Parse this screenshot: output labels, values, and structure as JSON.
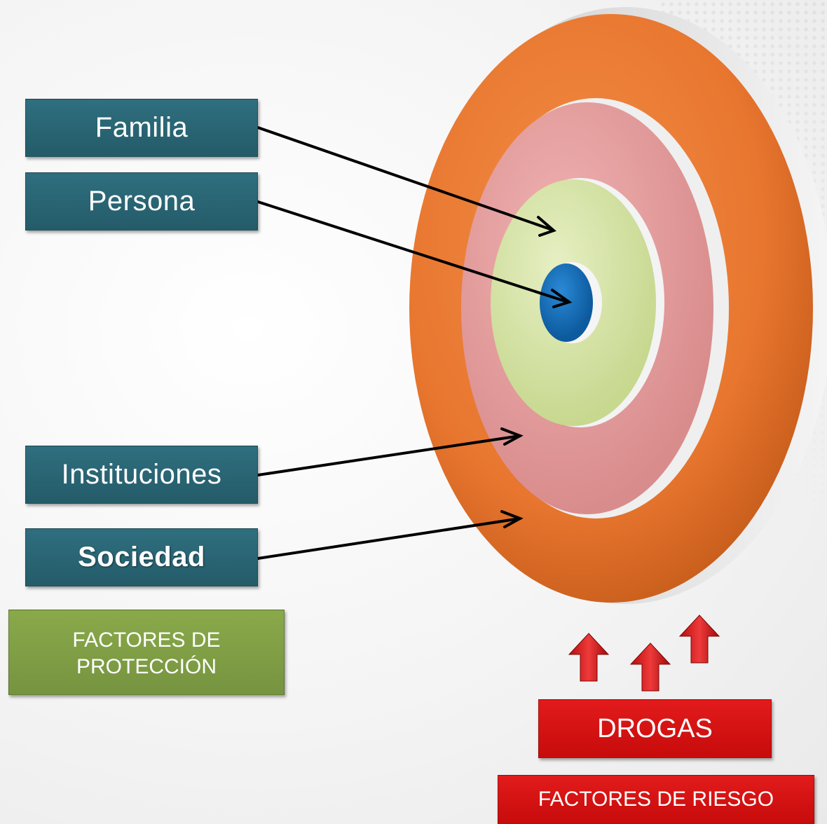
{
  "labels": {
    "familia": "Familia",
    "persona": "Persona",
    "instituciones": "Instituciones",
    "sociedad": "Sociedad",
    "proteccion_line1": "FACTORES DE",
    "proteccion_line2": "PROTECCIÓN",
    "drogas": "DROGAS",
    "riesgo": "FACTORES DE RIESGO"
  },
  "colors": {
    "teal_box": "#245b69",
    "green_box": "#7a9a44",
    "red_box": "#d01010",
    "ring_outer": "#e8762f",
    "ring_pink": "#e29a9a",
    "ring_green": "#d5e3a8",
    "center_blue": "#1670b8"
  }
}
